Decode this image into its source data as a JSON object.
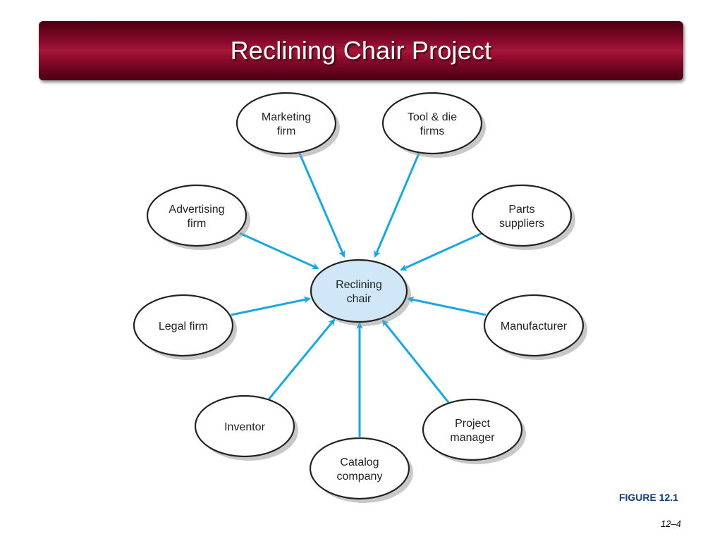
{
  "slide": {
    "title": "Reclining Chair Project",
    "figure_label": "FIGURE 12.1",
    "page_number": "12–4"
  },
  "colors": {
    "title_bar": "#8a0a2a",
    "arrow": "#1aa7e0",
    "center_fill": "#cfe7f7",
    "node_fill": "#ffffff",
    "node_stroke": "#222222"
  },
  "diagram": {
    "center": {
      "lines": [
        "Reclining",
        "chair"
      ]
    },
    "nodes": [
      {
        "id": "marketing-firm",
        "lines": [
          "Marketing",
          "firm"
        ]
      },
      {
        "id": "tool-die-firms",
        "lines": [
          "Tool & die",
          "firms"
        ]
      },
      {
        "id": "advertising-firm",
        "lines": [
          "Advertising",
          "firm"
        ]
      },
      {
        "id": "parts-suppliers",
        "lines": [
          "Parts",
          "suppliers"
        ]
      },
      {
        "id": "legal-firm",
        "lines": [
          "Legal firm"
        ]
      },
      {
        "id": "manufacturer",
        "lines": [
          "Manufacturer"
        ]
      },
      {
        "id": "inventor",
        "lines": [
          "Inventor"
        ]
      },
      {
        "id": "catalog-company",
        "lines": [
          "Catalog",
          "company"
        ]
      },
      {
        "id": "project-manager",
        "lines": [
          "Project",
          "manager"
        ]
      }
    ]
  }
}
